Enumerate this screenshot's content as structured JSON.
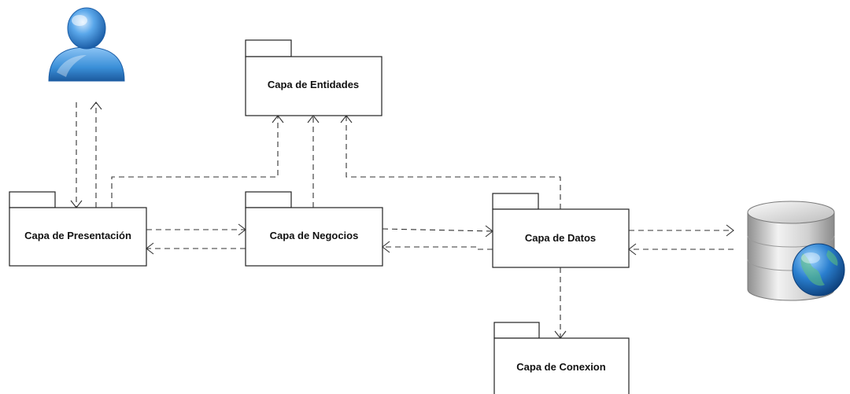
{
  "packages": {
    "entidades": {
      "label": "Capa de Entidades"
    },
    "presentacion": {
      "label": "Capa de Presentación"
    },
    "negocios": {
      "label": "Capa de Negocios"
    },
    "datos": {
      "label": "Capa de Datos"
    },
    "conexion": {
      "label": "Capa de Conexion"
    }
  },
  "icons": {
    "user": "user-icon",
    "database": "database-globe-icon"
  },
  "colors": {
    "user_blue": "#3a8fd8",
    "globe_blue": "#1f6fb8",
    "db_silver": "#c8c8c8"
  }
}
